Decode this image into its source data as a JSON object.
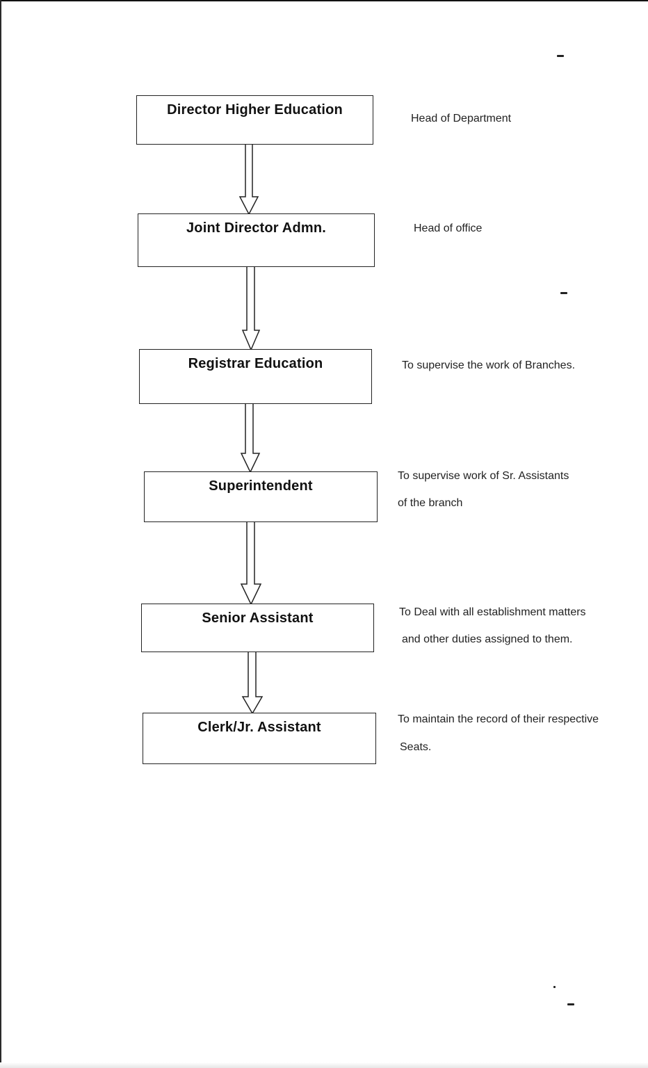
{
  "org_chart": {
    "levels": [
      {
        "title": "Director Higher Education",
        "description": [
          "Head of Department"
        ]
      },
      {
        "title": "Joint Director Admn.",
        "description": [
          "Head of office"
        ]
      },
      {
        "title": "Registrar Education",
        "description": [
          "To supervise the work of Branches."
        ]
      },
      {
        "title": "Superintendent",
        "description": [
          "To supervise work of Sr. Assistants",
          "of the branch"
        ]
      },
      {
        "title": "Senior Assistant",
        "description": [
          "To Deal with all establishment matters",
          "and other duties assigned to them."
        ]
      },
      {
        "title": "Clerk/Jr. Assistant",
        "description": [
          "To maintain the record of their respective",
          "Seats."
        ]
      }
    ]
  }
}
